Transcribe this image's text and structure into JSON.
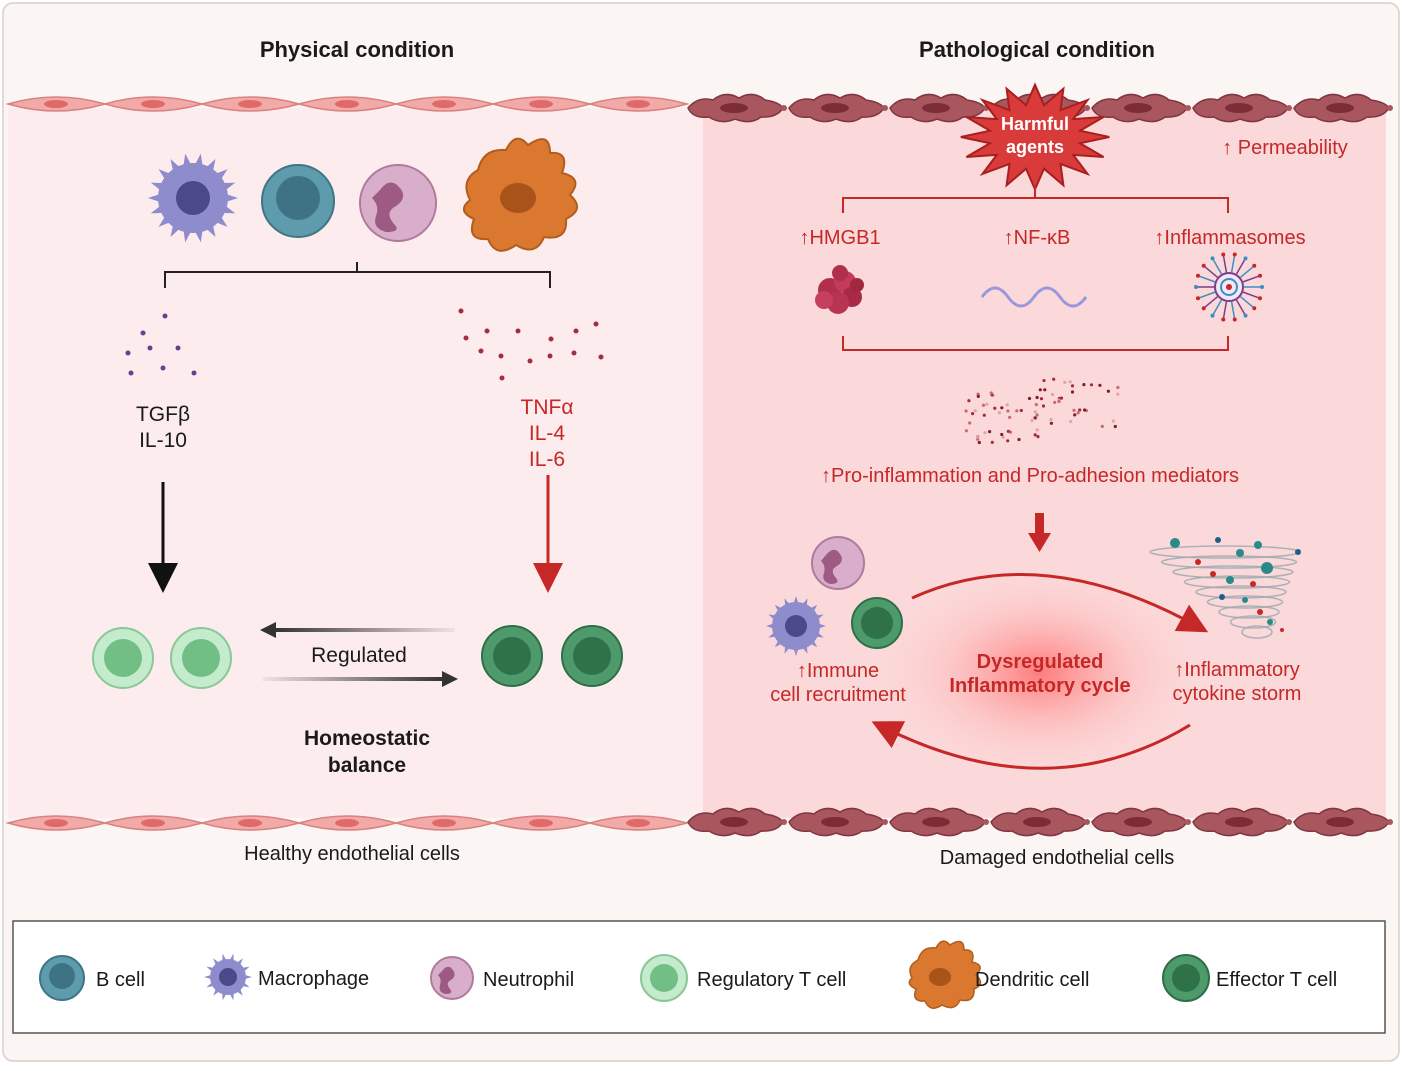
{
  "physical": {
    "title": "Physical condition",
    "cytokines_left": [
      "TGFβ",
      "IL-10"
    ],
    "cytokines_right": [
      "TNFα",
      "IL-4",
      "IL-6"
    ],
    "regulated": "Regulated",
    "homeostatic": [
      "Homeostatic",
      "balance"
    ],
    "endothelium": "Healthy endothelial cells"
  },
  "pathological": {
    "title": "Pathological condition",
    "harmful": [
      "Harmful",
      "agents"
    ],
    "permeability": "↑ Permeability",
    "hmgb1": "↑HMGB1",
    "nfkb": "↑NF-κB",
    "inflammasomes": "↑Inflammasomes",
    "mediators": "↑Pro-inflammation and Pro-adhesion mediators",
    "immune": [
      "↑Immune",
      "cell recruitment"
    ],
    "cycle": [
      "Dysregulated",
      "Inflammatory cycle"
    ],
    "storm": [
      "↑Inflammatory",
      "cytokine storm"
    ],
    "endothelium": "Damaged endothelial cells"
  },
  "legend": [
    {
      "label": "B cell",
      "icon": "b-cell-icon"
    },
    {
      "label": "Macrophage",
      "icon": "macrophage-icon"
    },
    {
      "label": "Neutrophil",
      "icon": "neutrophil-icon"
    },
    {
      "label": "Regulatory T cell",
      "icon": "regulatory-t-cell-icon"
    },
    {
      "label": "Dendritic cell",
      "icon": "dendritic-cell-icon"
    },
    {
      "label": "Effector T cell",
      "icon": "effector-t-cell-icon"
    }
  ],
  "colors": {
    "accent_red": "#c62828",
    "healthy_endothelium": "#f2a9a9",
    "damaged_endothelium": "#a8545c",
    "b_cell": "#4f8a9c",
    "macrophage": "#8e8ccc",
    "neutrophil": "#d7a9c8",
    "regulatory_t": "#8fd19e",
    "dendritic": "#d9782e",
    "effector_t": "#3f8d5f"
  }
}
